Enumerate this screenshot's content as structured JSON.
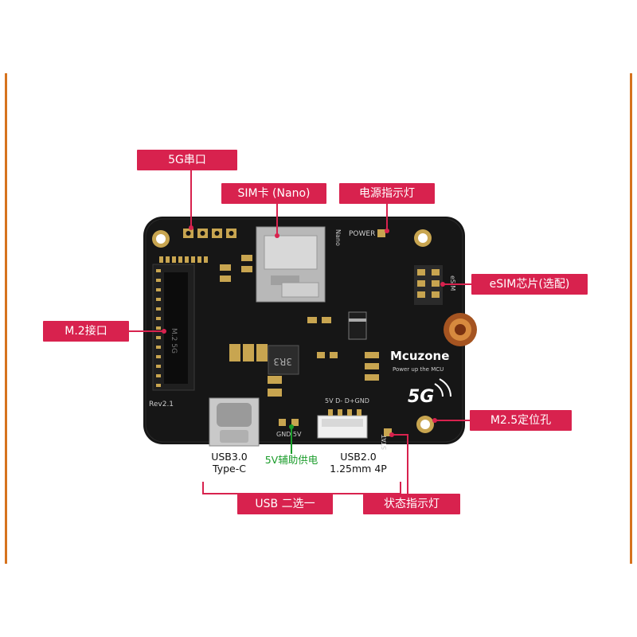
{
  "callouts": {
    "serial_5g": "5G串口",
    "sim_card": "SIM卡 (Nano)",
    "power_led": "电源指示灯",
    "esim_chip": "eSIM芯片(选配)",
    "m2_interface": "M.2接口",
    "m25_hole": "M2.5定位孔",
    "usb_choice": "USB 二选一",
    "status_led": "状态指示灯"
  },
  "sublabels": {
    "usb3_line1": "USB3.0",
    "usb3_line2": "Type-C",
    "aux_power": "5V辅助供电",
    "usb2_line1": "USB2.0",
    "usb2_line2": "1.25mm 4P"
  },
  "board_silkscreen": {
    "power_text": "POWER",
    "nano_text": "Nano",
    "esim_text": "eSIM",
    "inductor_text": "3R3",
    "brand": "Mcuzone",
    "slogan": "Power up the MCU",
    "logo_5g": "5G",
    "rev": "Rev2.1",
    "usb2_pins": "5V D- D+GND",
    "aux_pins": "GND 5V",
    "stat_text": "STAT",
    "m2_text": "M.2 5G"
  },
  "colors": {
    "accent": "#d8224e",
    "frame": "#d6731e",
    "pcb": "#161616",
    "aux_text": "#1a9c2a"
  }
}
